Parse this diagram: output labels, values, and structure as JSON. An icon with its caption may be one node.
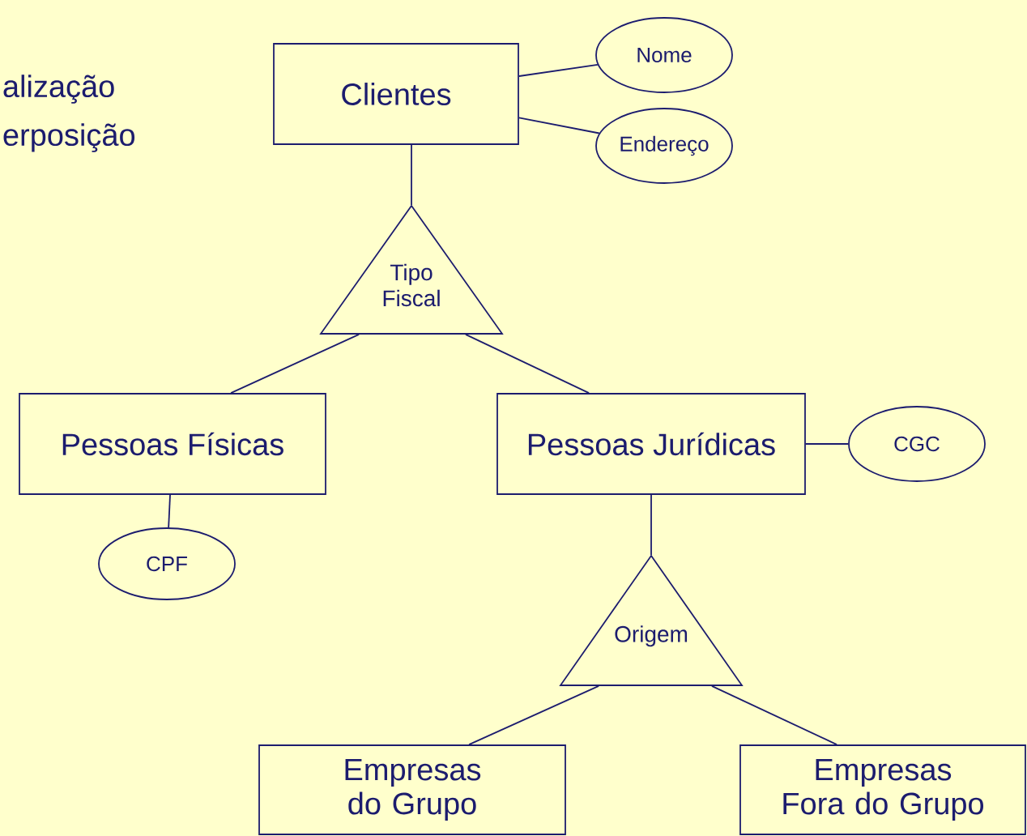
{
  "diagram": {
    "nodes": [
      {
        "text": [
          "Clientes"
        ]
      },
      {
        "text": [
          "Nome"
        ]
      },
      {
        "text": [
          "Endereço"
        ]
      },
      {
        "text": [
          "Tipo Fiscal"
        ]
      },
      {
        "text": [
          "Pessoas Físicas"
        ]
      },
      {
        "text": [
          "Pessoas Jurídicas"
        ]
      },
      {
        "text": [
          "CGC"
        ]
      },
      {
        "text": [
          "CPF"
        ]
      },
      {
        "text": [
          "Origem"
        ]
      },
      {
        "text": [
          "Empresas do Grupo"
        ]
      },
      {
        "text": [
          "Empresas Fora do Grupo"
        ]
      }
    ],
    "edges": [
      {
        "from": 0,
        "to": 1,
        "arrow": "none"
      },
      {
        "from": 0,
        "to": 2,
        "arrow": "none"
      },
      {
        "from": 0,
        "to": 3,
        "arrow": "none"
      },
      {
        "from": 3,
        "to": 4,
        "arrow": "none"
      },
      {
        "from": 3,
        "to": 5,
        "arrow": "none"
      },
      {
        "from": 5,
        "to": 6,
        "arrow": "none"
      },
      {
        "from": 4,
        "to": 7,
        "arrow": "none"
      },
      {
        "from": 5,
        "to": 8,
        "arrow": "none"
      },
      {
        "from": 8,
        "to": 9,
        "arrow": "none"
      },
      {
        "from": 8,
        "to": 10,
        "arrow": "none"
      }
    ],
    "labels": [
      "alização",
      "erposição"
    ]
  }
}
